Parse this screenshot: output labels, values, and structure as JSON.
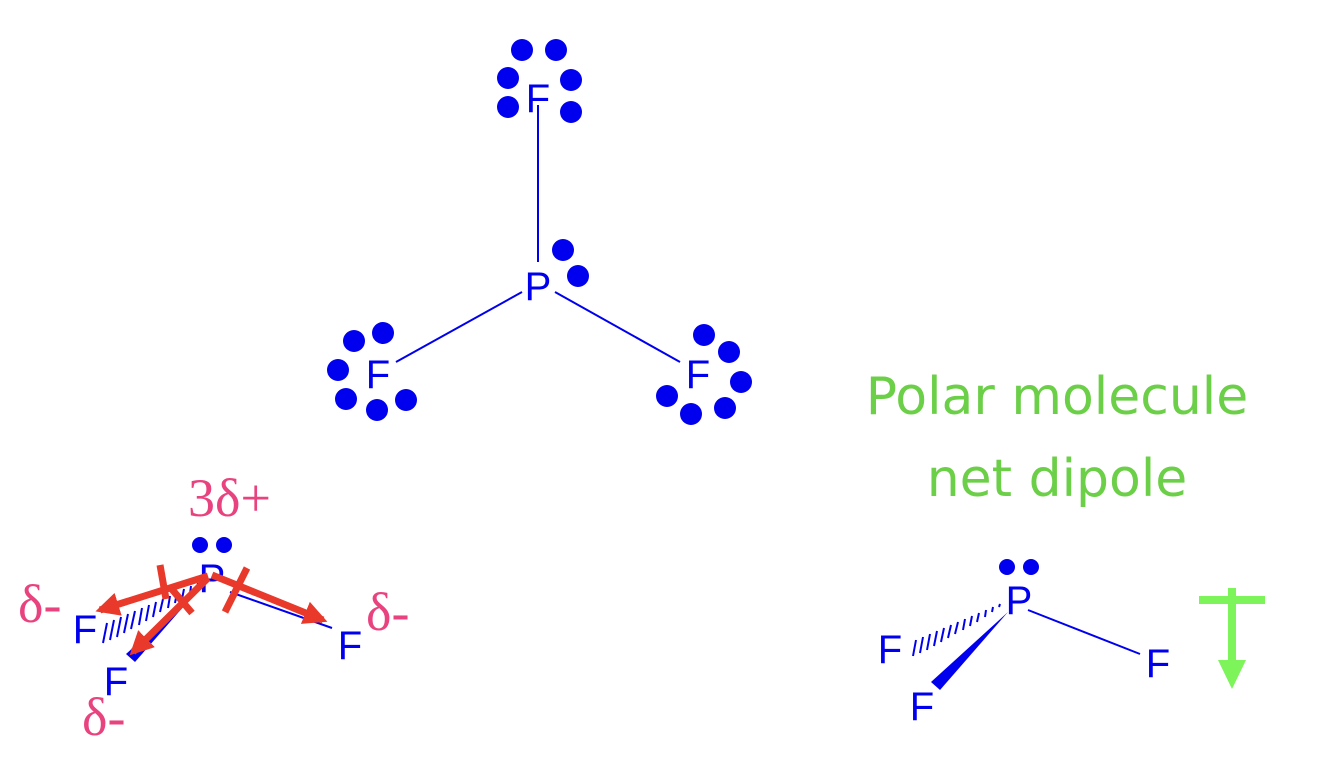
{
  "colors": {
    "atom": "#0000ee",
    "charge": "#e8437f",
    "dipole_arrow": "#e8392a",
    "net_dipole": "#7cf45a",
    "caption": "#6ccf48"
  },
  "lewis_structure": {
    "central_atom": "P",
    "top_atom": "F",
    "left_atom": "F",
    "right_atom": "F"
  },
  "bond_dipole_model": {
    "central_atom": "P",
    "central_charge": "3δ+",
    "left_atom": "F",
    "front_atom": "F",
    "right_atom": "F",
    "left_charge": "δ-",
    "front_charge": "δ-",
    "right_charge": "δ-"
  },
  "caption": {
    "line1": "Polar molecule",
    "line2": "net dipole"
  },
  "net_dipole_model": {
    "central_atom": "P",
    "left_atom": "F",
    "front_atom": "F",
    "right_atom": "F"
  }
}
